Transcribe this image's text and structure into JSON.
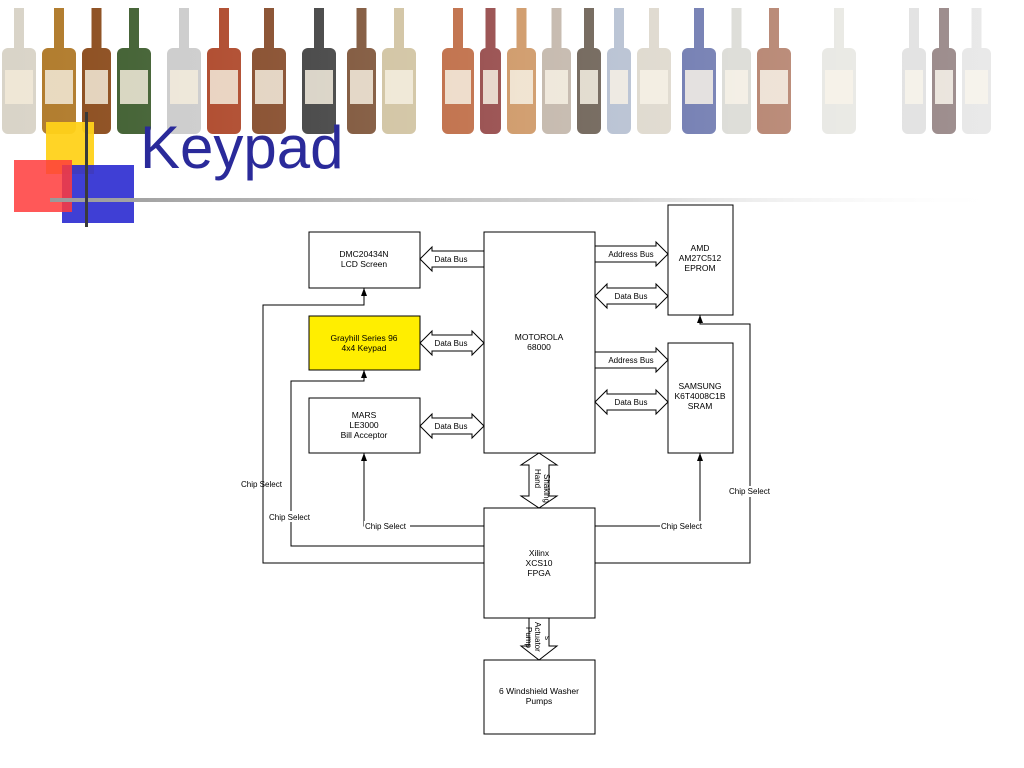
{
  "slide": {
    "title": "Keypad"
  },
  "colors": {
    "title": "#2a2a9a",
    "highlight": "#ffee00"
  },
  "blocks": {
    "lcd": [
      "DMC20434N",
      "LCD Screen"
    ],
    "keypad": [
      "Grayhill Series 96",
      "4x4 Keypad"
    ],
    "bill": [
      "MARS",
      "LE3000",
      "Bill Acceptor"
    ],
    "cpu": [
      "MOTOROLA",
      "68000"
    ],
    "eprom": [
      "AMD",
      "AM27C512",
      "EPROM"
    ],
    "sram": [
      "SAMSUNG",
      "K6T4008C1B",
      "SRAM"
    ],
    "fpga": [
      "Xilinx",
      "XCS10",
      "FPGA"
    ],
    "pumps": [
      "6 Windshield Washer",
      "Pumps"
    ]
  },
  "labels": {
    "data_bus": "Data Bus",
    "address_bus": "Address Bus",
    "chip_select": "Chip Select",
    "hand_shaking": [
      "Hand",
      "Shaking"
    ],
    "pump_actuators": [
      "Pump",
      "Actuator",
      "s"
    ]
  }
}
